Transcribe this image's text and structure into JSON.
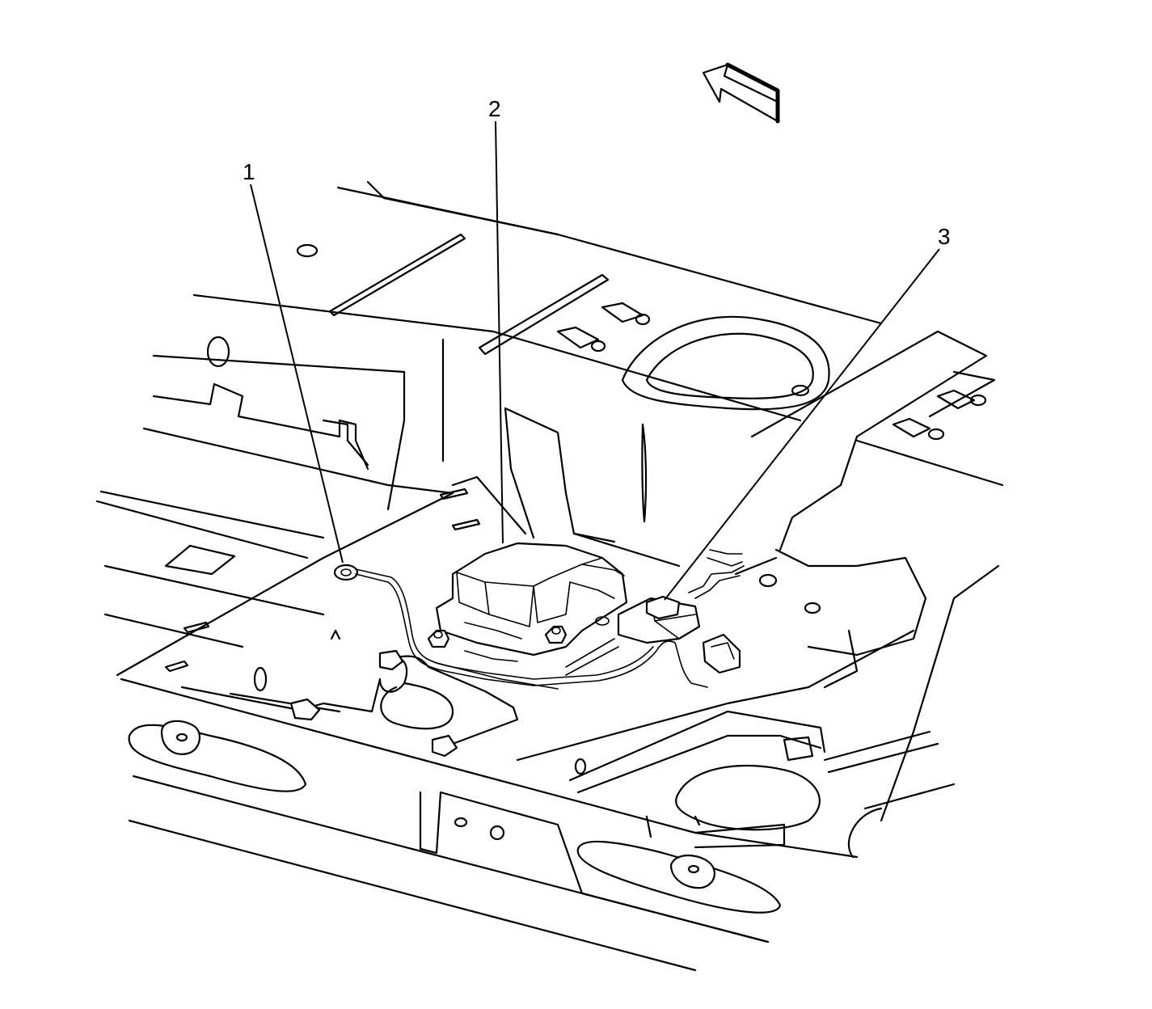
{
  "callouts": [
    {
      "id": "1",
      "label": "1"
    },
    {
      "id": "2",
      "label": "2"
    },
    {
      "id": "3",
      "label": "3"
    }
  ],
  "direction_arrow": {
    "icon": "forward-direction-arrow-icon"
  }
}
